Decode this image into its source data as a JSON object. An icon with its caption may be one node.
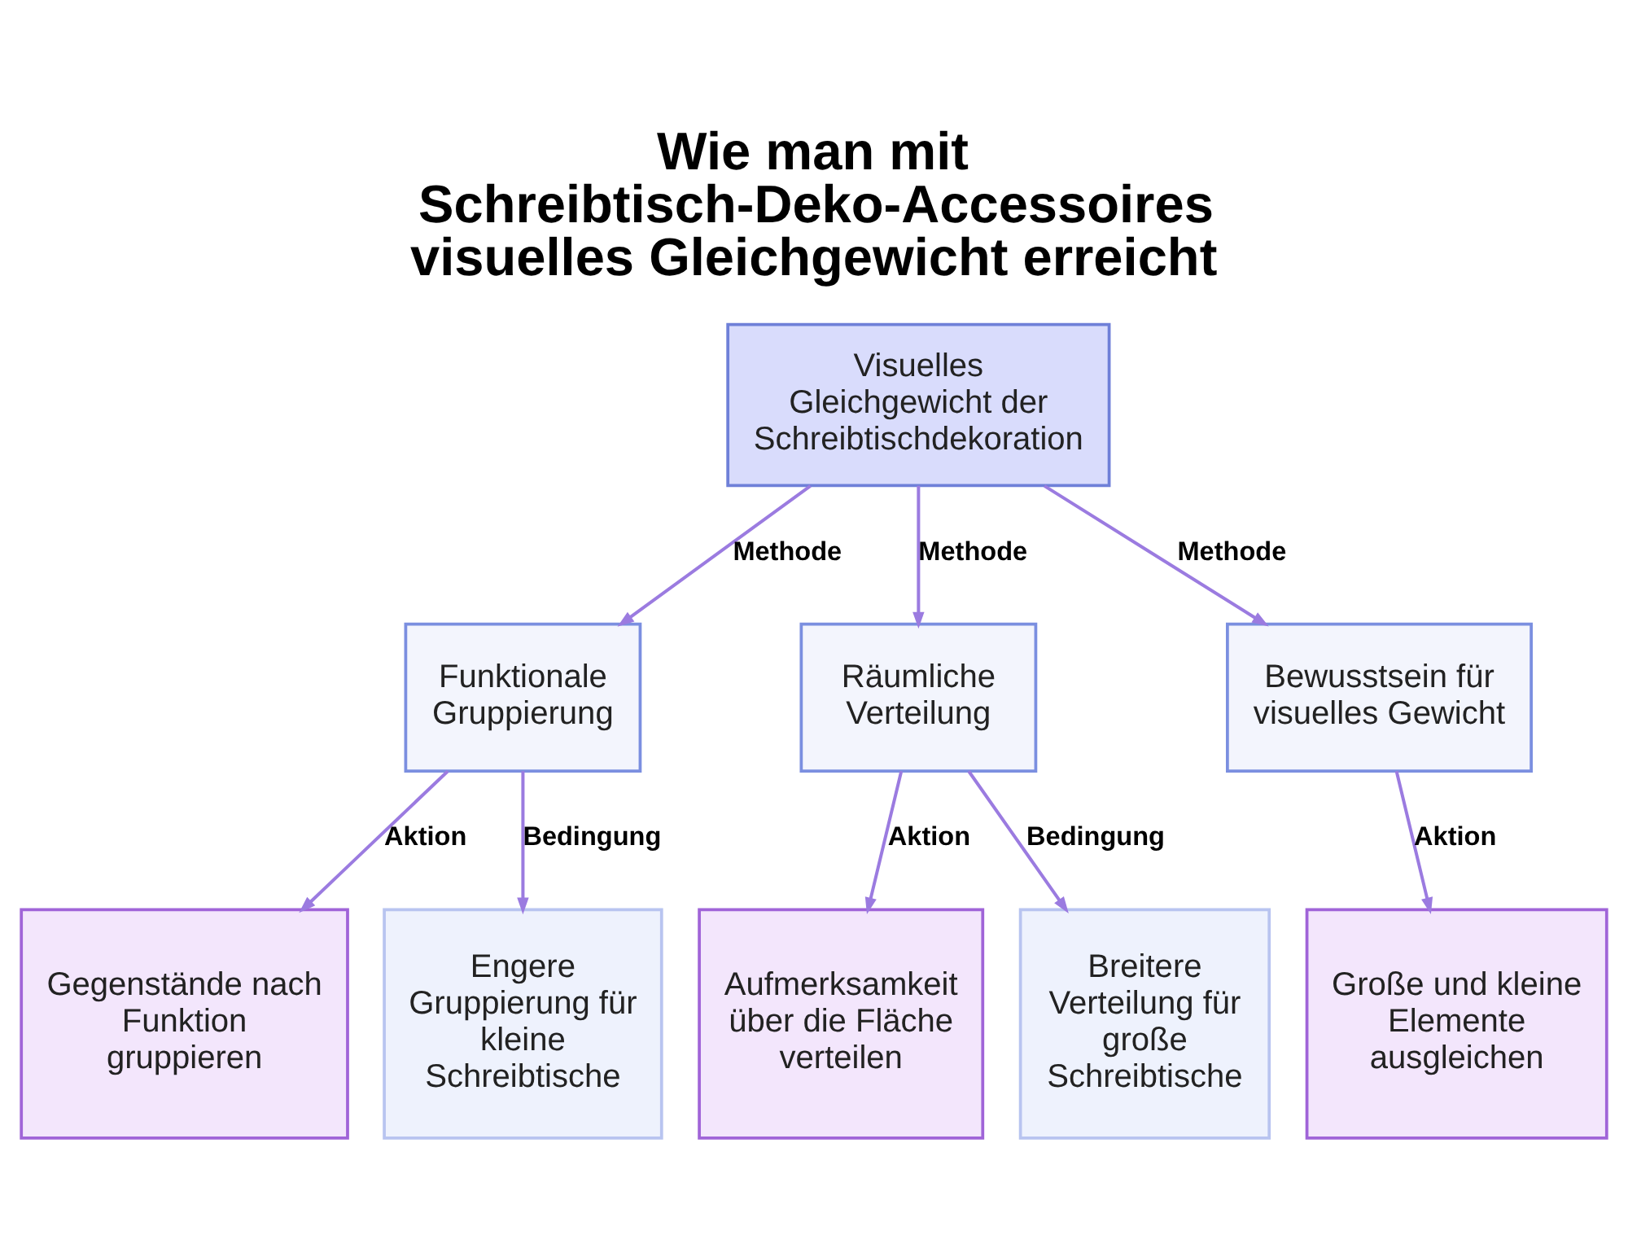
{
  "diagram": {
    "title": "Wie man mit Schreibtisch-Deko-Accessoires visuelles Gleichgewicht erreicht",
    "nodes": [
      {
        "text": [
          "Visuelles Gleichgewicht der Schreibtischdekoration"
        ]
      },
      {
        "text": [
          "Funktionale Gruppierung"
        ]
      },
      {
        "text": [
          "Räumliche Verteilung"
        ]
      },
      {
        "text": [
          "Bewusstsein für visuelles Gewicht"
        ]
      },
      {
        "text": [
          "Gegenstände nach Funktion gruppieren"
        ]
      },
      {
        "text": [
          "Engere Gruppierung für kleine Schreibtische"
        ]
      },
      {
        "text": [
          "Aufmerksamkeit über die Fläche verteilen"
        ]
      },
      {
        "text": [
          "Breitere Verteilung für große Schreibtische"
        ]
      },
      {
        "text": [
          "Große und kleine Elemente ausgleichen"
        ]
      }
    ],
    "edges": [
      {
        "from": 0,
        "to": 1,
        "arrow": "to",
        "label": "Methode"
      },
      {
        "from": 0,
        "to": 2,
        "arrow": "to",
        "label": "Methode"
      },
      {
        "from": 0,
        "to": 3,
        "arrow": "to",
        "label": "Methode"
      },
      {
        "from": 1,
        "to": 4,
        "arrow": "to",
        "label": "Aktion"
      },
      {
        "from": 1,
        "to": 5,
        "arrow": "to",
        "label": "Bedingung"
      },
      {
        "from": 2,
        "to": 6,
        "arrow": "to",
        "label": "Aktion"
      },
      {
        "from": 2,
        "to": 7,
        "arrow": "to",
        "label": "Bedingung"
      },
      {
        "from": 3,
        "to": 8,
        "arrow": "to",
        "label": "Aktion"
      }
    ]
  }
}
